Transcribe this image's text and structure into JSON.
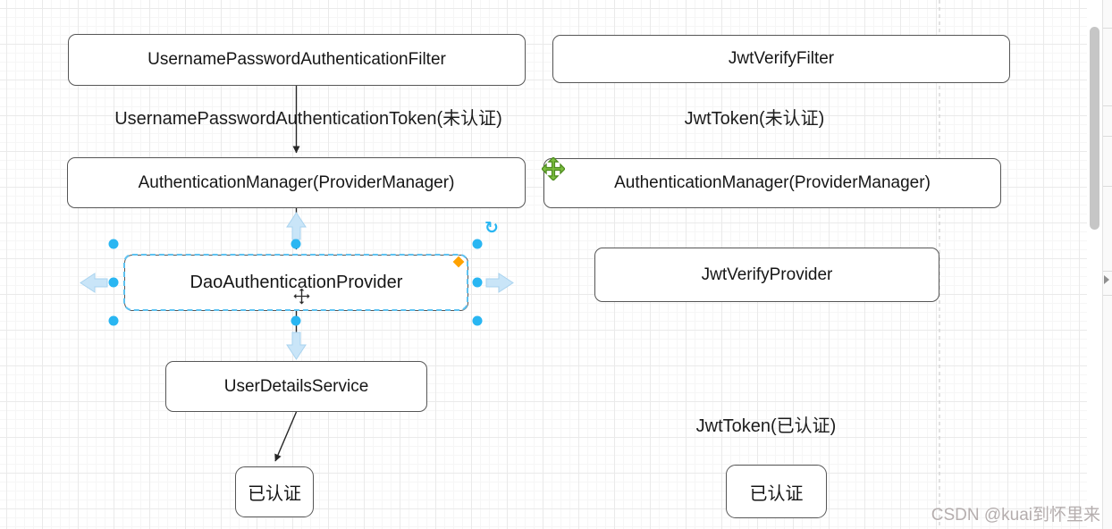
{
  "nodes": {
    "usernamePasswordFilter": "UsernamePasswordAuthenticationFilter",
    "jwtVerifyFilter": "JwtVerifyFilter",
    "authManagerLeft": "AuthenticationManager(ProviderManager)",
    "authManagerRight": "AuthenticationManager(ProviderManager)",
    "daoProvider": "DaoAuthenticationProvider",
    "jwtVerifyProvider": "JwtVerifyProvider",
    "userDetailsService": "UserDetailsService",
    "authenticatedLeft": "已认证",
    "authenticatedRight": "已认证"
  },
  "edgeLabels": {
    "usernamePasswordToken": "UsernamePasswordAuthenticationToken(未认证)",
    "jwtTokenUnauthenticated": "JwtToken(未认证)",
    "jwtTokenAuthenticated": "JwtToken(已认证)"
  },
  "icons": {
    "rotateHandle": "↻"
  },
  "watermark": "CSDN @kuai到怀里来",
  "colors": {
    "selectionHandle": "#29b6f2",
    "selectionOutline": "#5ec3f2",
    "specialHandle": "#ffa200",
    "moveIconGreen": "#7cbf3f",
    "directionalArrow": "#c9e5f8",
    "edgeStroke": "#262626",
    "nodeBorder": "#565656",
    "pageBoundary": "#c4c4c4"
  }
}
